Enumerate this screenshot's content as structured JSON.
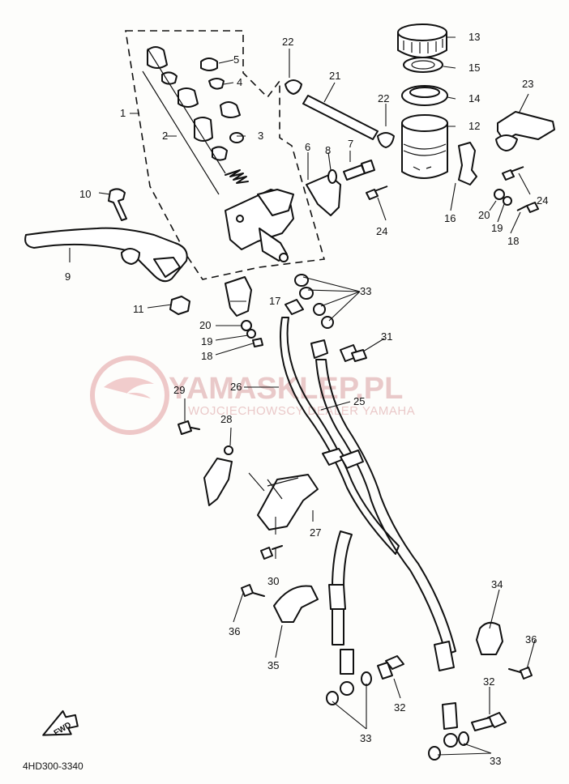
{
  "diagram_code": "4HD300-3340",
  "forward_arrow_label": "FWD",
  "watermark": {
    "title": "YAMASKLEP.PL",
    "subtitle": "WOJCIECHOWSCY DEALER YAMAHA",
    "color": "#e9c9c9"
  },
  "callouts": [
    "1",
    "2",
    "3",
    "4",
    "5",
    "6",
    "7",
    "8",
    "9",
    "10",
    "11",
    "12",
    "13",
    "14",
    "15",
    "16",
    "17",
    "18",
    "18",
    "19",
    "19",
    "20",
    "20",
    "21",
    "22",
    "22",
    "23",
    "24",
    "24",
    "25",
    "26",
    "27",
    "28",
    "29",
    "30",
    "31",
    "32",
    "32",
    "33",
    "33",
    "33",
    "33",
    "34",
    "35",
    "36",
    "36"
  ]
}
